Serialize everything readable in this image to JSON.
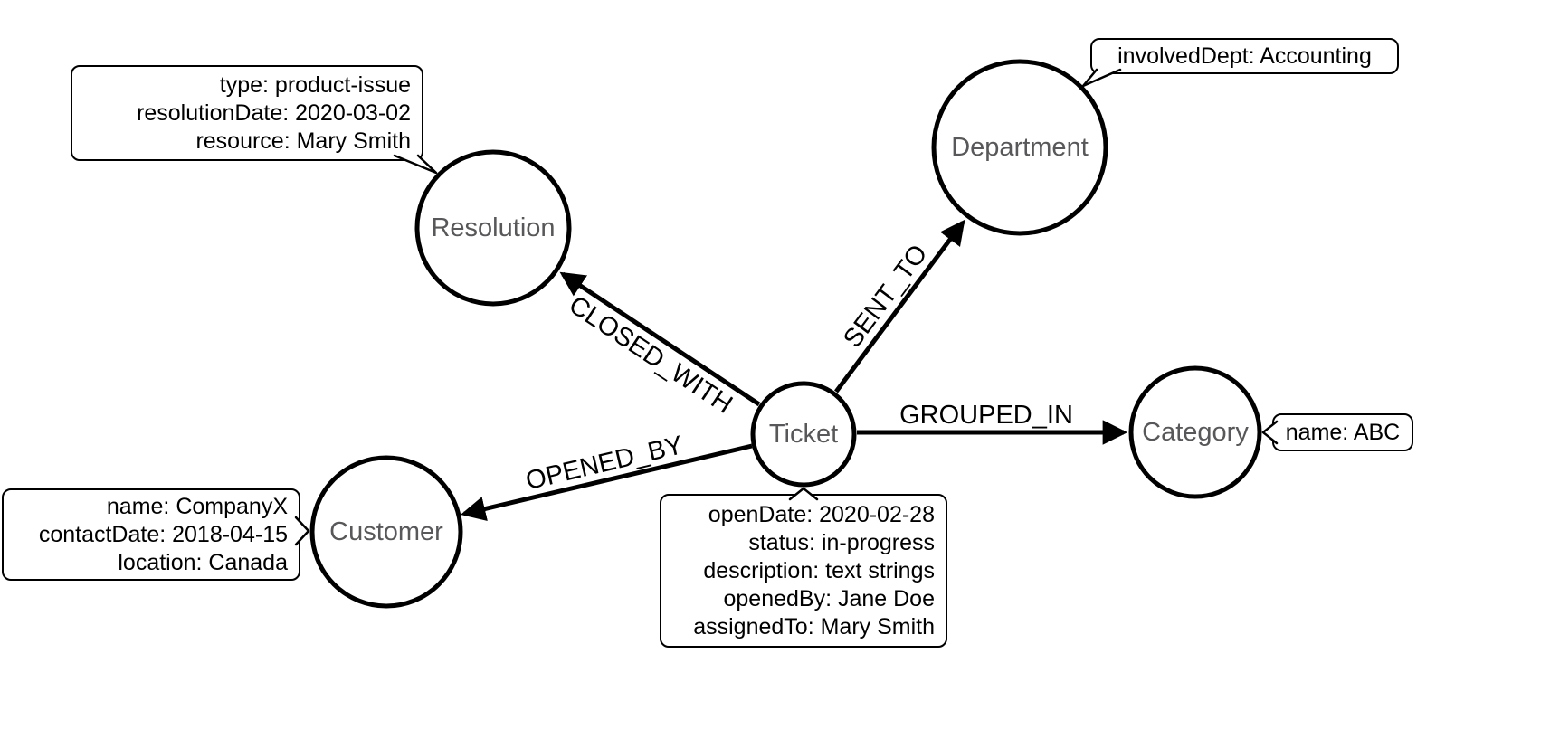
{
  "nodes": {
    "resolution": {
      "label": "Resolution"
    },
    "department": {
      "label": "Department"
    },
    "ticket": {
      "label": "Ticket"
    },
    "customer": {
      "label": "Customer"
    },
    "category": {
      "label": "Category"
    }
  },
  "edges": {
    "closed_with": {
      "label": "CLOSED_WITH",
      "from": "Ticket",
      "to": "Resolution"
    },
    "sent_to": {
      "label": "SENT_TO",
      "from": "Ticket",
      "to": "Department"
    },
    "grouped_in": {
      "label": "GROUPED_IN",
      "from": "Ticket",
      "to": "Category"
    },
    "opened_by": {
      "label": "OPENED_BY",
      "from": "Ticket",
      "to": "Customer"
    }
  },
  "callouts": {
    "resolution": {
      "lines": [
        "type: product-issue",
        "resolutionDate: 2020-03-02",
        "resource: Mary Smith"
      ]
    },
    "department": {
      "lines": [
        "involvedDept: Accounting"
      ]
    },
    "category": {
      "lines": [
        "name: ABC"
      ]
    },
    "customer": {
      "lines": [
        "name: CompanyX",
        "contactDate: 2018-04-15",
        "location: Canada"
      ]
    },
    "ticket": {
      "lines": [
        "openDate: 2020-02-28",
        "status: in-progress",
        "description: text strings",
        "openedBy: Jane Doe",
        "assignedTo: Mary Smith"
      ]
    }
  },
  "colors": {
    "node_outline": "#000000",
    "node_label_text": "#58585a",
    "edge_line": "#000000",
    "callout_background": "#ffffff",
    "callout_border": "#000000"
  }
}
